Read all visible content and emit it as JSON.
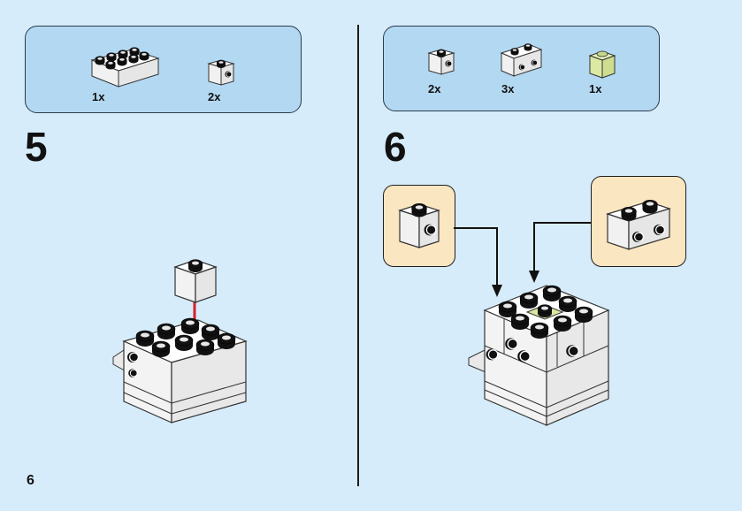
{
  "page": {
    "number": "6"
  },
  "steps": [
    {
      "number": "5",
      "parts": [
        {
          "qty": "1x",
          "part": "white-brick-2x4"
        },
        {
          "qty": "2x",
          "part": "white-brick-1x1-side-stud"
        }
      ]
    },
    {
      "number": "6",
      "parts": [
        {
          "qty": "2x",
          "part": "white-brick-1x1-side-stud"
        },
        {
          "qty": "3x",
          "part": "white-brick-1x2-side-studs"
        },
        {
          "qty": "1x",
          "part": "lime-plate-1x1"
        }
      ]
    }
  ],
  "colors": {
    "background": "#d6ecfb",
    "parts_box": "#b3d8f2",
    "callout": "#fbe6c2",
    "arrow_red": "#d4202a",
    "brick_white": "#ffffff",
    "stud_black": "#111111",
    "plate_lime": "#d9eaa0"
  }
}
